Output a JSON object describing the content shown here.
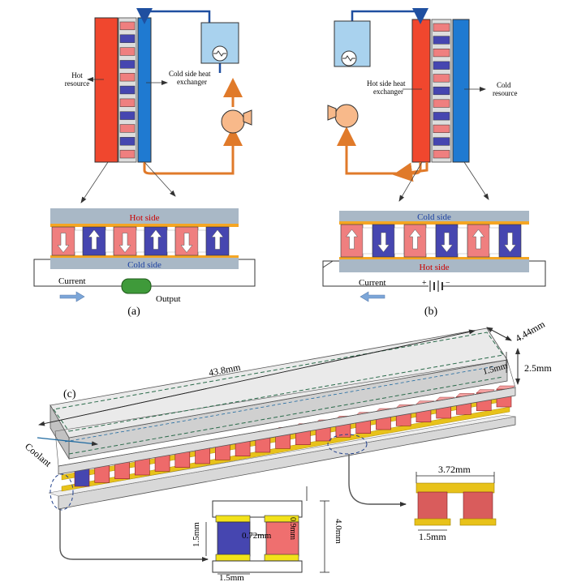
{
  "panel_a": {
    "caption": "(a)",
    "hot_resource": [
      "Hot",
      "resource"
    ],
    "cold_exchanger": [
      "Cold side heat",
      "exchanger"
    ],
    "hot_side": "Hot side",
    "cold_side": "Cold side",
    "current": "Current",
    "output": "Output"
  },
  "panel_b": {
    "caption": "(b)",
    "hot_exchanger": [
      "Hot side heat",
      "exchanger"
    ],
    "cold_resource": [
      "Cold",
      "resource"
    ],
    "cold_side": "Cold side",
    "hot_side": "Hot side",
    "current": "Current",
    "battery_plus": "+",
    "battery_minus": "−"
  },
  "panel_c": {
    "caption": "(c)",
    "length": "43.8mm",
    "width": "4.44mm",
    "height": "2.5mm",
    "channel": "1.5mm",
    "coolant": "Coolant",
    "detail_width": "3.72mm",
    "detail_leg": "1.5mm",
    "section_gap": "0.72mm",
    "section_leg": "1.5mm",
    "section_total": "4.0mm",
    "section_height": "1.5mm",
    "section_plate": "0.9mm"
  },
  "colors": {
    "hot": "#f0472e",
    "cold": "#1f7ad1",
    "p_leg": "#ef7f7f",
    "n_leg": "#4646b0",
    "conductor": "#f5a623",
    "plate": "#a9b8c6",
    "pipe_hot": "#e07a2a",
    "pipe_cold": "#1f4fa0"
  }
}
